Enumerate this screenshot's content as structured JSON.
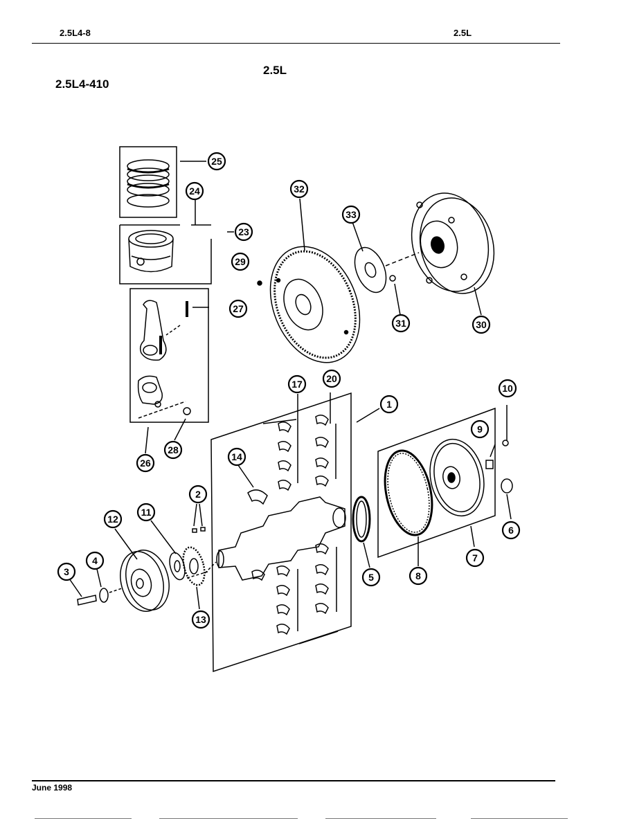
{
  "header": {
    "left_code": "2.5L4-8",
    "right_code": "2.5L",
    "center_title": "2.5L",
    "section_code": "2.5L4-410"
  },
  "footer": {
    "date": "June 1998"
  },
  "callouts": [
    "1",
    "2",
    "3",
    "4",
    "5",
    "6",
    "7",
    "8",
    "9",
    "10",
    "11",
    "12",
    "13",
    "14",
    "17",
    "20",
    "23",
    "24",
    "25",
    "26",
    "27",
    "28",
    "29",
    "30",
    "31",
    "32",
    "33"
  ],
  "colors": {
    "ink": "#000000",
    "paper": "#ffffff"
  }
}
